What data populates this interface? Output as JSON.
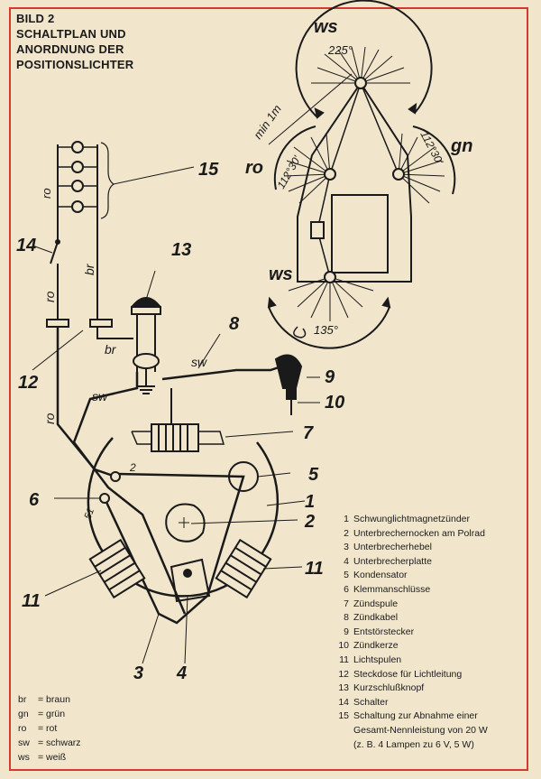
{
  "title": {
    "line1": "BILD 2",
    "line2": "SCHALTPLAN UND",
    "line3": "ANORDNUNG DER",
    "line4": "POSITIONSLICHTER"
  },
  "diagram_labels": {
    "ws_top": "ws",
    "angle_top": "225°",
    "min_distance": "min 1m",
    "ro": "ro",
    "angle_left": "112°30'",
    "angle_right": "112°30'",
    "gn": "gn",
    "ws_bottom": "ws",
    "angle_bottom": "135°",
    "wire_ro_upper": "ro",
    "wire_br_upper": "br",
    "wire_br_lower": "br",
    "wire_sw": "sw",
    "wire_sw_2": "sw",
    "wire_ro_lower": "ro",
    "lamps_ro": "ro",
    "terminal_2": "2",
    "terminal_51": "51"
  },
  "callouts": [
    "15",
    "14",
    "13",
    "8",
    "9",
    "10",
    "12",
    "7",
    "5",
    "6",
    "1",
    "2",
    "11",
    "11",
    "3",
    "4"
  ],
  "legend": [
    {
      "num": "1",
      "text": "Schwunglichtmagnetzünder"
    },
    {
      "num": "2",
      "text": "Unterbrechernocken am Polrad"
    },
    {
      "num": "3",
      "text": "Unterbrecherhebel"
    },
    {
      "num": "4",
      "text": "Unterbrecherplatte"
    },
    {
      "num": "5",
      "text": "Kondensator"
    },
    {
      "num": "6",
      "text": "Klemmanschlüsse"
    },
    {
      "num": "7",
      "text": "Zündspule"
    },
    {
      "num": "8",
      "text": "Zündkabel"
    },
    {
      "num": "9",
      "text": "Entstörstecker"
    },
    {
      "num": "10",
      "text": "Zündkerze"
    },
    {
      "num": "11",
      "text": "Lichtspulen"
    },
    {
      "num": "12",
      "text": "Steckdose für Lichtleitung"
    },
    {
      "num": "13",
      "text": "Kurzschlußknopf"
    },
    {
      "num": "14",
      "text": "Schalter"
    },
    {
      "num": "15",
      "text": "Schaltung zur Abnahme einer"
    }
  ],
  "legend_cont": [
    "Gesamt-Nennleistung von 20 W",
    "(z. B. 4 Lampen zu 6 V, 5 W)"
  ],
  "colors": [
    {
      "abbr": "br",
      "name": "= braun"
    },
    {
      "abbr": "gn",
      "name": "= grün"
    },
    {
      "abbr": "ro",
      "name": "= rot"
    },
    {
      "abbr": "sw",
      "name": "= schwarz"
    },
    {
      "abbr": "ws",
      "name": "= weiß"
    }
  ]
}
